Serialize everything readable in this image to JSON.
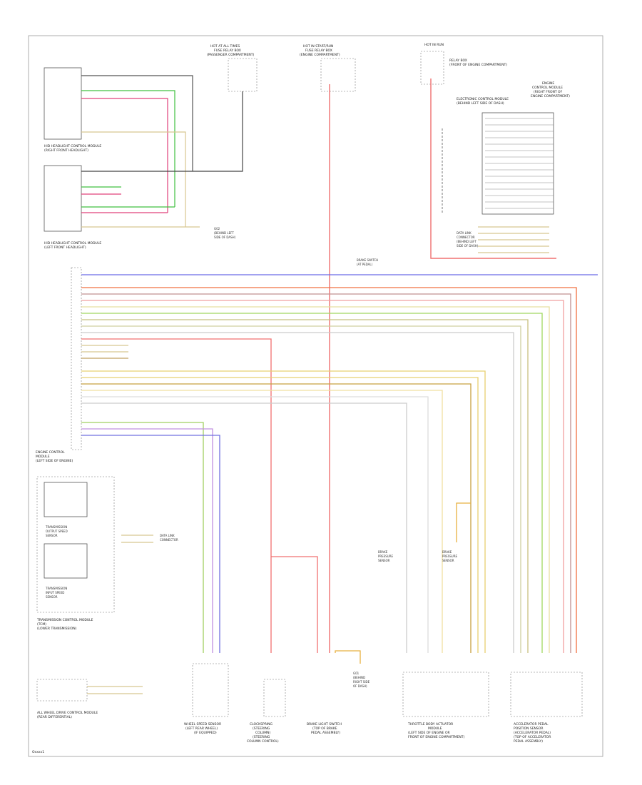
{
  "diagram": {
    "page_code": "Oxxxx1",
    "components": {
      "fuse_top_left": [
        "HOT AT ALL TIMES",
        "FUSE RELAY BOX",
        "(PASSENGER COMPARTMENT)"
      ],
      "fuse_top_mid": [
        "HOT IN START/RUN",
        "FUSE RELAY BOX",
        "(ENGINE COMPARTMENT)"
      ],
      "fuse_top_right": [
        "HOT IN RUN",
        "RELAY BOX",
        "(FRONT OF ENGINE COMPARTMENT)"
      ],
      "left_upper_module": [
        "HID HEADLIGHT CONTROL MODULE",
        "(RIGHT FRONT HEADLIGHT)"
      ],
      "left_lower_module": [
        "HID HEADLIGHT CONTROL MODULE",
        "(LEFT FRONT HEADLIGHT)"
      ],
      "ground_mid": [
        "G02",
        "(BEHIND LEFT",
        "SIDE OF DASH)"
      ],
      "right_connector": [
        "ELECTRONIC CONTROL MODULE",
        "(BEHIND LEFT SIDE OF DASH)"
      ],
      "right_top_module": [
        "ENGINE",
        "CONTROL MODULE",
        "(RIGHT FRONT OF",
        "ENGINE COMPARTMENT)"
      ],
      "data_lines_right": [
        "DATA LINK",
        "CONNECTOR",
        "(BEHIND LEFT",
        "SIDE OF DASH)"
      ],
      "brake_switch_label": [
        "BRAKE SWITCH",
        "(AT PEDAL)"
      ],
      "left_mid_module": [
        "ENGINE CONTROL",
        "MODULE",
        "(LEFT SIDE OF ENGINE)"
      ],
      "trans_sensor_1": [
        "TRANSMISSION",
        "OUTPUT SPEED",
        "SENSOR"
      ],
      "trans_sensor_2": [
        "TRANSMISSION",
        "INPUT SPEED",
        "SENSOR"
      ],
      "tcm": [
        "TRANSMISSION CONTROL MODULE",
        "(TCM)",
        "(LOWER TRANSMISSION)"
      ],
      "small_conn_label": [
        "DATA LINK",
        "CONNECTOR"
      ],
      "bottom_left_module": [
        "ALL WHEEL DRIVE CONTROL MODULE",
        "(REAR DIFFERENTIAL)"
      ],
      "bottom_ws_sensor": [
        "WHEEL SPEED SENSOR",
        "(LEFT REAR WHEEL)",
        "(IF EQUIPPED)"
      ],
      "bottom_ccs": [
        "CLOCKSPRING",
        "(STEERING",
        "COLUMN)",
        "(STEERING",
        "COLUMN CONTROL)"
      ],
      "bottom_brake": [
        "BRAKE LIGHT SWITCH",
        "(TOP OF BRAKE",
        "PEDAL ASSEMBLY)"
      ],
      "ground_bottom": [
        "G01",
        "(BEHIND",
        "RIGHT SIDE",
        "OF DASH)"
      ],
      "throttle": [
        "THROTTLE BODY ACTUATOR",
        "MODULE",
        "(LEFT SIDE OF ENGINE OR",
        "FRONT OF ENGINE COMPARTMENT)"
      ],
      "brake_sensor_a": [
        "BRAKE",
        "PRESSURE",
        "SENSOR"
      ],
      "brake_sensor_b": [
        "BRAKE",
        "PRESSURE",
        "SENSOR"
      ],
      "accel": [
        "ACCELERATOR PEDAL",
        "POSITION SENSOR",
        "(ACCELERATOR PEDAL)",
        "(TOP OF ACCELERATOR",
        "PEDAL ASSEMBLY)"
      ]
    },
    "wire_colors": [
      "BLU/RED",
      "GRN",
      "PNK",
      "GRY",
      "WHT",
      "RED/BLK",
      "GRN/YEL",
      "YEL/BLK",
      "VIO",
      "BRN/WHT"
    ]
  }
}
